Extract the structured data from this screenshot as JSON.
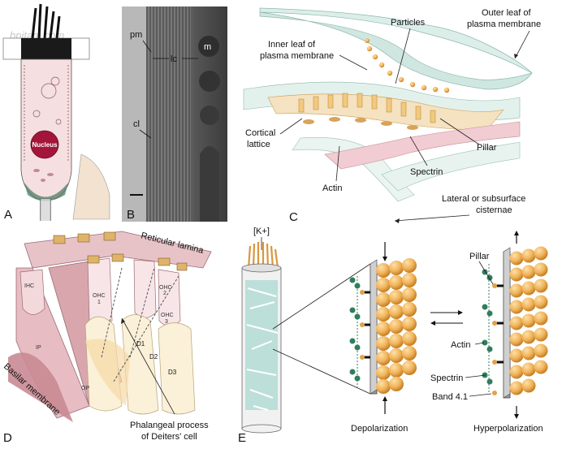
{
  "watermark": "bpitam.com",
  "panels": {
    "a": {
      "letter": "A",
      "nucleus": "Nucleus"
    },
    "b": {
      "letter": "B",
      "pm": "pm",
      "lc": "lc",
      "m": "m",
      "cl": "cl"
    },
    "c": {
      "letter": "C",
      "particles": "Particles",
      "outer_leaf_1": "Outer leaf of",
      "outer_leaf_2": "plasma membrane",
      "inner_leaf_1": "Inner leaf of",
      "inner_leaf_2": "plasma membrane",
      "cortical_1": "Cortical",
      "cortical_2": "lattice",
      "pillar": "Pillar",
      "spectrin": "Spectrin",
      "actin": "Actin",
      "lateral_1": "Lateral or subsurface",
      "lateral_2": "cisternae"
    },
    "d": {
      "letter": "D",
      "reticular": "Reticular lamina",
      "basilar": "Basilar membrane",
      "ihc": "IHC",
      "ip": "IP",
      "op": "OP",
      "ohc1_a": "OHC",
      "ohc1_b": "1",
      "ohc2_a": "OHC",
      "ohc2_b": "2",
      "ohc3_a": "OHC",
      "ohc3_b": "3",
      "d1": "D1",
      "d2": "D2",
      "d3": "D3",
      "phalangeal_1": "Phalangeal process",
      "phalangeal_2": "of Deiters' cell"
    },
    "e": {
      "letter": "E",
      "k": "[K+]",
      "pillar": "Pillar",
      "actin": "Actin",
      "spectrin": "Spectrin",
      "band": "Band 4.1",
      "depol": "Depolarization",
      "hyperpol": "Hyperpolarization"
    }
  },
  "colors": {
    "pink": "#e7c3c8",
    "pink_dark": "#b98a92",
    "cream": "#fbf0d8",
    "tan": "#e6c79a",
    "orange": "#e7a64a",
    "green": "#2f7e5d",
    "teal": "#86c7ba",
    "membrane": "#dceee9",
    "nucleus": "#a3153a"
  }
}
